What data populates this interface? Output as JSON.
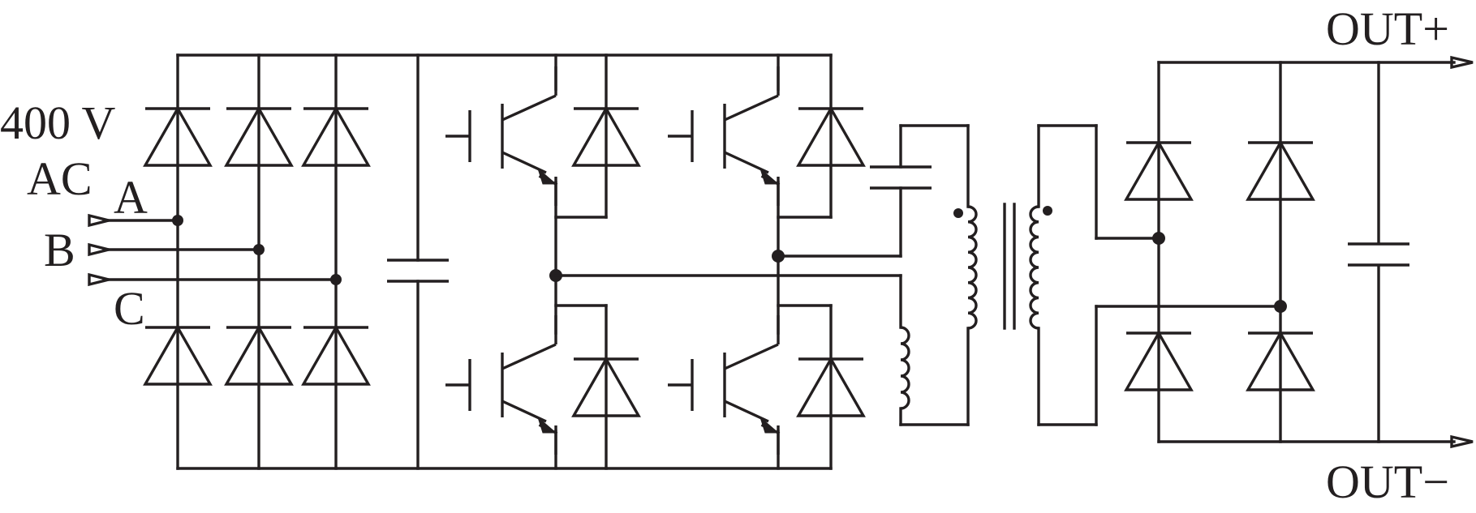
{
  "labels": {
    "input_voltage": "400 V",
    "input_type": "AC",
    "phase_a": "A",
    "phase_b": "B",
    "phase_c": "C",
    "output_positive": "OUT+",
    "output_negative": "OUT−"
  },
  "colors": {
    "ink": "#231f20",
    "background": "#ffffff"
  },
  "components": {
    "input_rectifier_diodes": 6,
    "dc_link_capacitors": 1,
    "igbt_switches": 4,
    "antiparallel_diodes": 4,
    "resonant_capacitors": 1,
    "resonant_inductors": 1,
    "transformers": 1,
    "output_rectifier_diodes": 4,
    "output_capacitors": 1
  }
}
